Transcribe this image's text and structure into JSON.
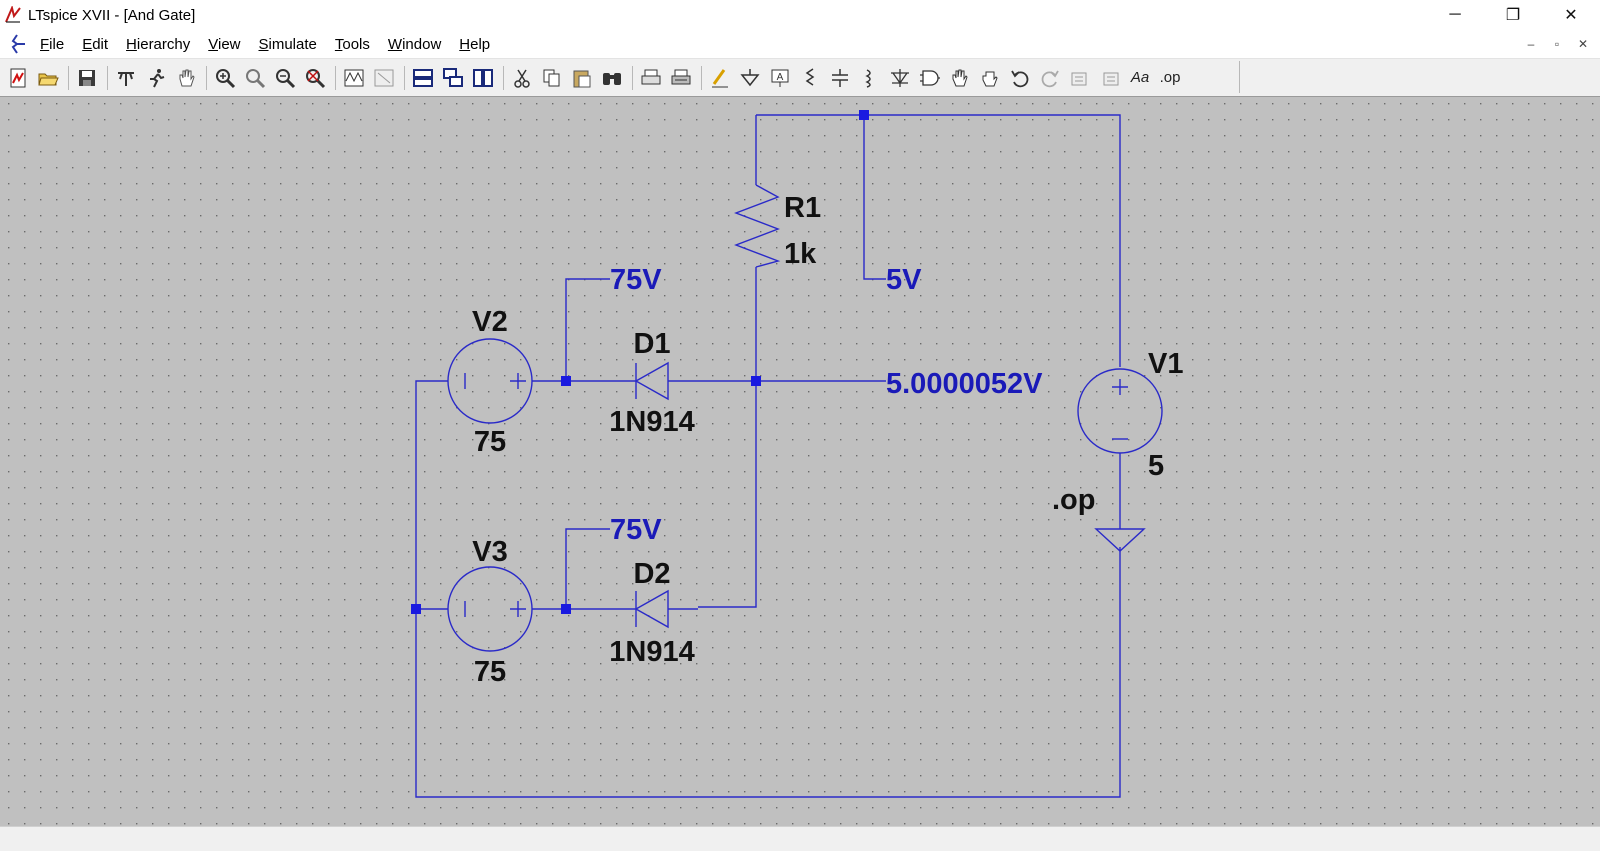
{
  "window": {
    "title": "LTspice XVII - [And Gate]",
    "controls": {
      "minimize": "─",
      "restore": "❐",
      "close": "✕"
    }
  },
  "menu": {
    "items": [
      "File",
      "Edit",
      "Hierarchy",
      "View",
      "Simulate",
      "Tools",
      "Window",
      "Help"
    ],
    "mdi_controls": {
      "minimize": "–",
      "restore": "▫",
      "close": "✕"
    }
  },
  "toolbar": {
    "op_label": ".op",
    "text_label": "Aa",
    "icons": [
      "new-schematic-icon",
      "open-icon",
      "save-icon",
      "control-panel-icon",
      "run-icon",
      "pan-hand-icon",
      "zoom-in-icon",
      "zoom-area-icon",
      "zoom-out-icon",
      "zoom-fit-icon",
      "waveform-icon",
      "waveform-autoscale-icon",
      "tile-horizontal-icon",
      "cascade-icon",
      "tile-vertical-icon",
      "cut-icon",
      "copy-icon",
      "paste-icon",
      "find-icon",
      "print-icon",
      "print-setup-icon",
      "draw-wire-icon",
      "ground-icon",
      "label-net-icon",
      "resistor-icon",
      "capacitor-icon",
      "inductor-icon",
      "diode-icon",
      "component-icon",
      "move-icon",
      "drag-icon",
      "undo-icon",
      "redo-icon",
      "rotate-icon",
      "mirror-icon",
      "text-icon",
      "spice-directive-icon"
    ]
  },
  "schematic": {
    "colors": {
      "wire": "#2a2ac8",
      "net_label": "#1a1ab8",
      "component_text": "#000000",
      "background": "#c0c0c0"
    },
    "components": {
      "r1": {
        "name": "R1",
        "value": "1k"
      },
      "d1": {
        "name": "D1",
        "value": "1N914"
      },
      "d2": {
        "name": "D2",
        "value": "1N914"
      },
      "v1": {
        "name": "V1",
        "value": "5"
      },
      "v2": {
        "name": "V2",
        "value": "75"
      },
      "v3": {
        "name": "V3",
        "value": "75"
      }
    },
    "net_labels": {
      "v2_node": "75V",
      "v3_node": "75V",
      "top_node": "5V",
      "output_node": "5.0000052V"
    },
    "directive": ".op"
  }
}
